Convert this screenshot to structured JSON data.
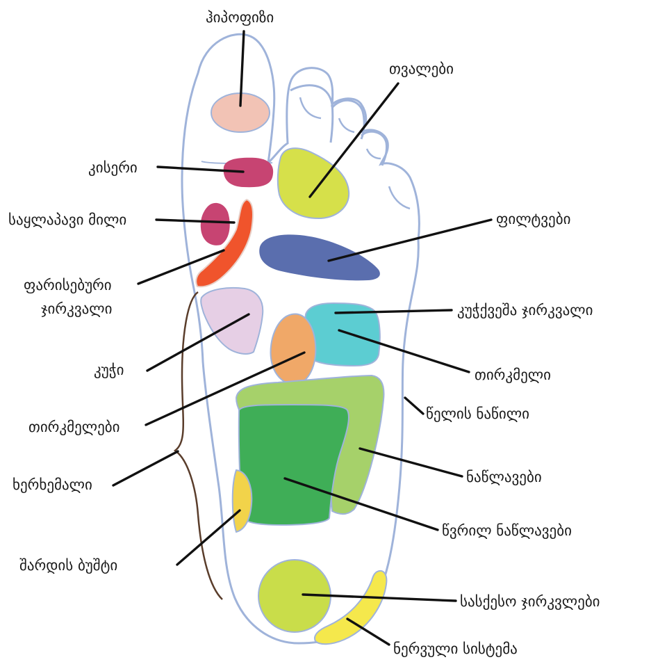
{
  "colors": {
    "outline": "#9fb3da",
    "pituitary": "#f2c3b5",
    "neck": "#c74472",
    "eyes": "#d6e04a",
    "gall_duct": "#c74472",
    "thyroid": "#f0542c",
    "lungs": "#5a6eae",
    "stomach": "#e6cfe5",
    "kidneys": "#f0a868",
    "adrenal": "#5ccdd2",
    "intestines": "#a6d16a",
    "small_intestine": "#3fae57",
    "bladder": "#f2d34a",
    "sex_glands": "#c9dd4a",
    "nervous_system": "#f5e84c",
    "spine": "#5a3d2b"
  },
  "labels": {
    "pituitary": "ჰიპოფიზი",
    "eyes": "თვალები",
    "neck": "კისერი",
    "gall_duct": "საყლაპავი მილი",
    "lungs": "ფილტვები",
    "thyroid_1": "ფარისებური",
    "thyroid_2": "ჯირკვალი",
    "adrenal": "კუჭქვეშა ჯირკვალი",
    "stomach": "კუჭი",
    "kidney": "თირკმელი",
    "kidneys": "თირკმელები",
    "lumbar": "წელის ნაწილი",
    "intestines": "ნაწლავები",
    "spine": "ხერხემალი",
    "small_intestine": "წვრილ ნაწლავები",
    "bladder": "შარდის ბუშტი",
    "sex_glands": "სასქესო ჯირკვლები",
    "nervous_system": "ნერვული სისტემა"
  }
}
